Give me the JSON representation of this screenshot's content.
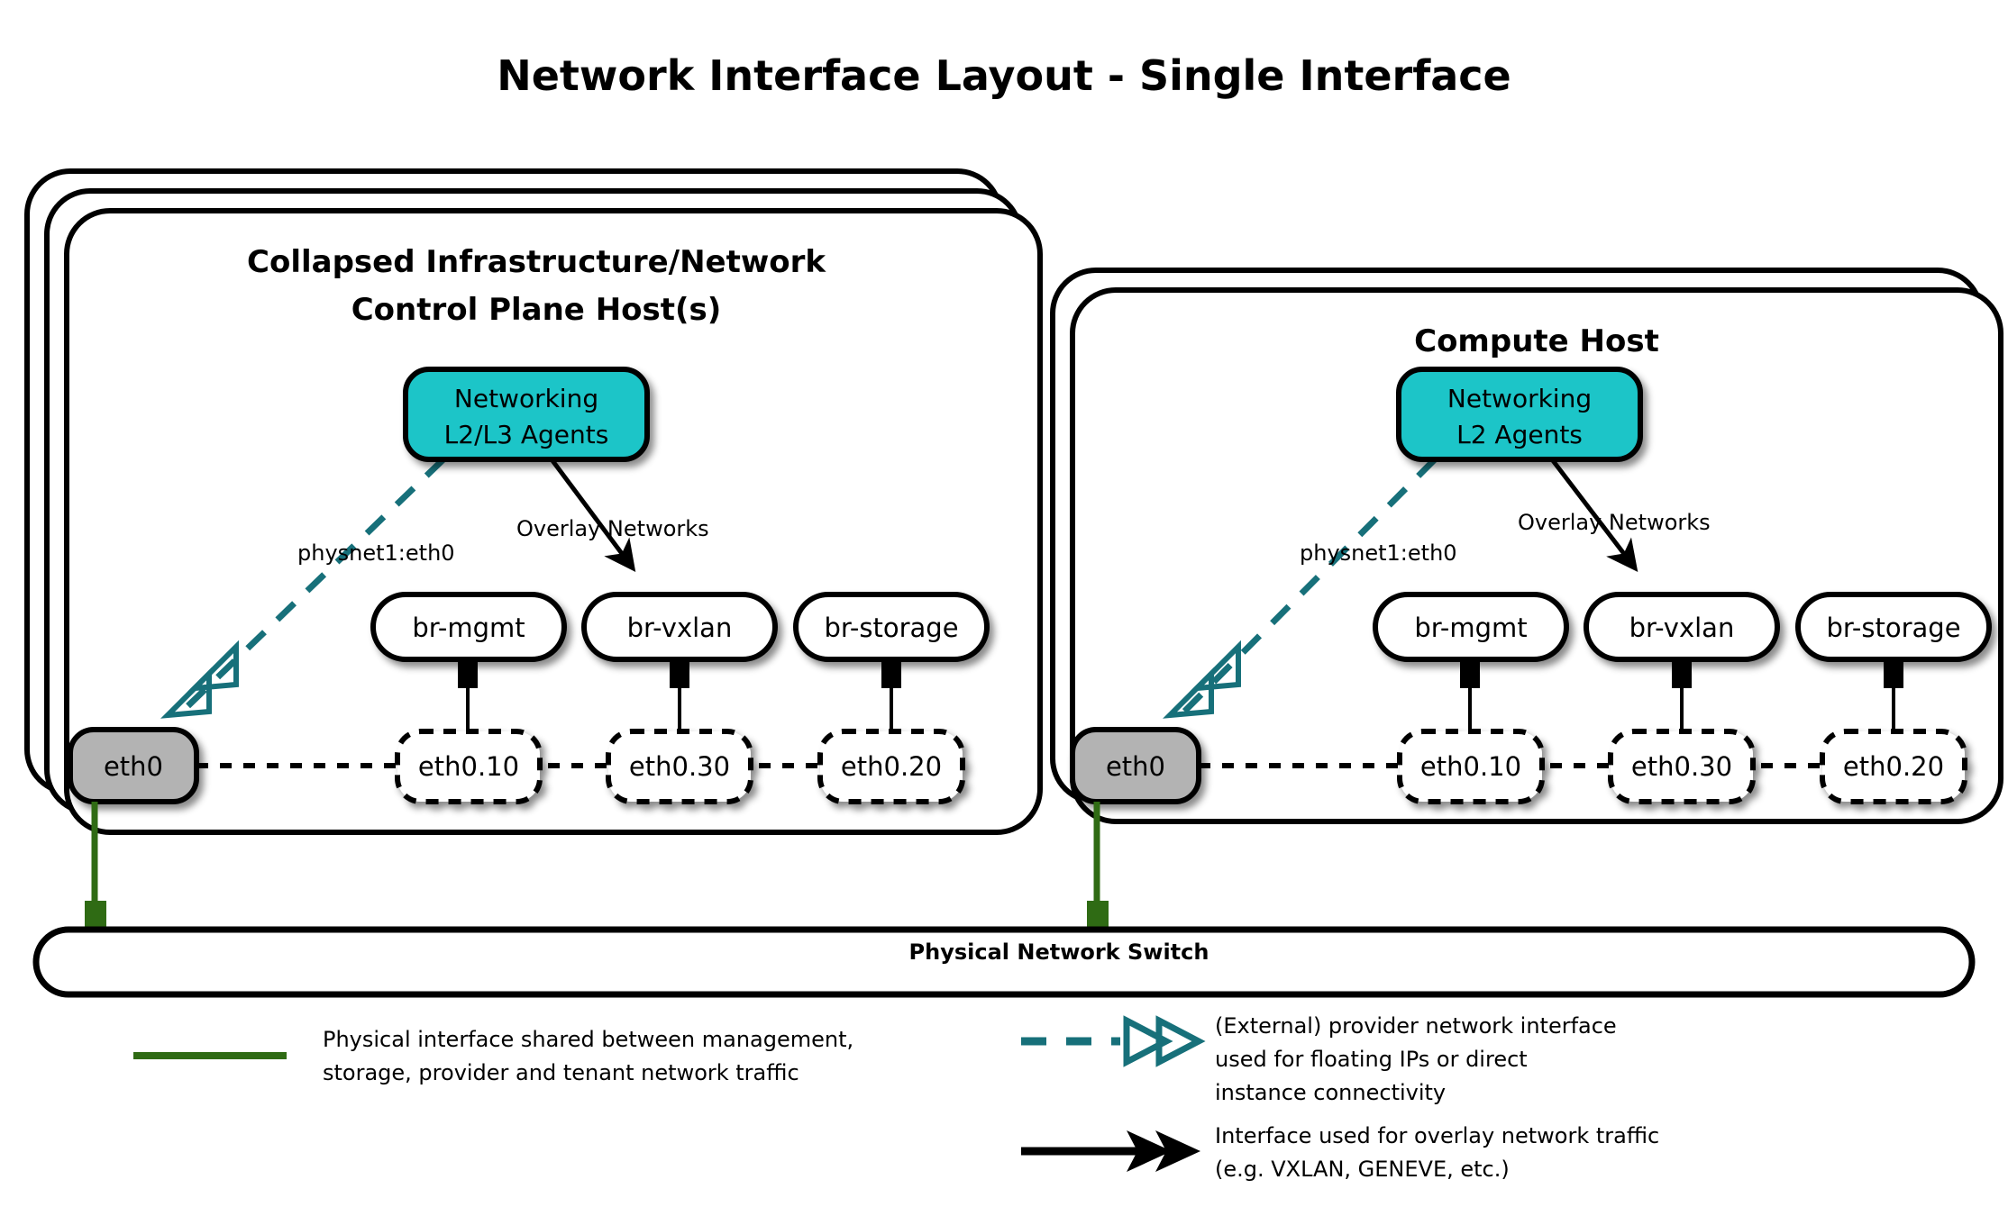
{
  "title": "Network Interface Layout - Single Interface",
  "colors": {
    "agent_fill": "#1FC5C8",
    "phys_fill": "#B3B3B3",
    "bridge_fill": "#FFFFFF",
    "provider_teal": "#17707A",
    "trunk_green": "#2F6B14",
    "outline": "#000000",
    "background": "#FFFFFF"
  },
  "hosts": [
    {
      "id": "control-plane-host",
      "title_line1": "Collapsed Infrastructure/Network",
      "title_line2": "Control Plane Host(s)",
      "stack_layers": 3,
      "agent": {
        "line1": "Networking",
        "line2": "L2/L3 Agents"
      },
      "provider_label": "physnet1:eth0",
      "overlay_label": "Overlay Networks",
      "physical_interface": "eth0",
      "bridges": [
        {
          "name": "br-mgmt",
          "vlan": "eth0.10"
        },
        {
          "name": "br-vxlan",
          "vlan": "eth0.30"
        },
        {
          "name": "br-storage",
          "vlan": "eth0.20"
        }
      ]
    },
    {
      "id": "compute-host",
      "title_line1": "Compute Host",
      "title_line2": "",
      "stack_layers": 2,
      "agent": {
        "line1": "Networking",
        "line2": "L2 Agents"
      },
      "provider_label": "physnet1:eth0",
      "overlay_label": "Overlay Networks",
      "physical_interface": "eth0",
      "bridges": [
        {
          "name": "br-mgmt",
          "vlan": "eth0.10"
        },
        {
          "name": "br-vxlan",
          "vlan": "eth0.30"
        },
        {
          "name": "br-storage",
          "vlan": "eth0.20"
        }
      ]
    }
  ],
  "switch": {
    "label": "Physical Network Switch"
  },
  "legend": [
    {
      "id": "physical-interface",
      "style": "solid-green",
      "lines": [
        "Physical interface shared between management,",
        "storage, provider and tenant network traffic"
      ]
    },
    {
      "id": "provider-network",
      "style": "dashed-teal-arrow",
      "lines": [
        "(External) provider network interface",
        "used for floating IPs or direct",
        "instance connectivity"
      ]
    },
    {
      "id": "overlay-network",
      "style": "solid-black-arrow",
      "lines": [
        "Interface used for overlay network traffic",
        "(e.g. VXLAN, GENEVE, etc.)"
      ]
    }
  ]
}
